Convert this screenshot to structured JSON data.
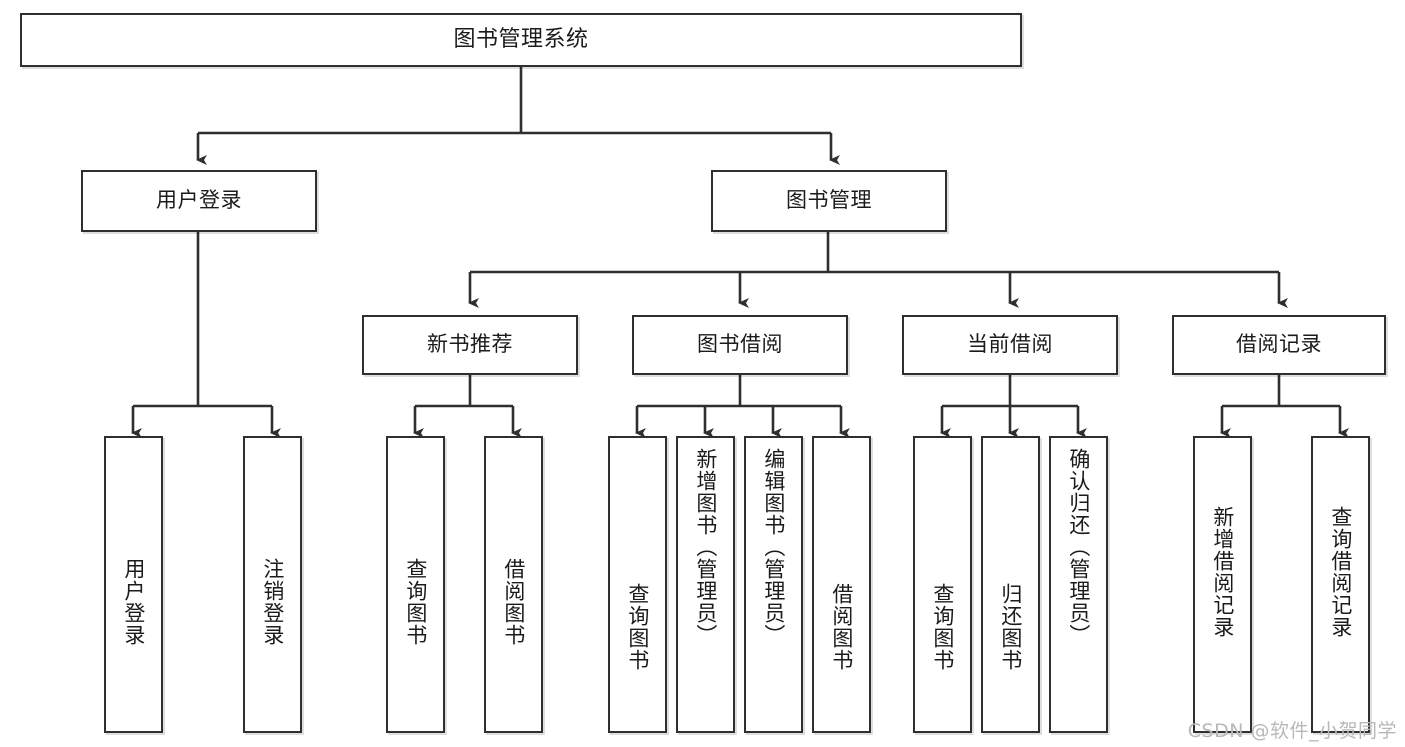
{
  "diagram": {
    "title": "图书管理系统",
    "type": "tree-hierarchy-diagram",
    "watermark": "CSDN @软件_小贺同学",
    "colors": {
      "box_border": "#2f2f2f",
      "box_fill": "#ffffff",
      "line": "#2f2f2f",
      "text": "#1b1b1b",
      "watermark": "#b8b8b8",
      "background": "#ffffff"
    },
    "root": {
      "label": "图书管理系统"
    },
    "level1": [
      {
        "label": "用户登录"
      },
      {
        "label": "图书管理"
      }
    ],
    "level2": [
      {
        "label": "新书推荐"
      },
      {
        "label": "图书借阅"
      },
      {
        "label": "当前借阅"
      },
      {
        "label": "借阅记录"
      }
    ],
    "leaves": {
      "user_login": [
        {
          "label": "用户登录"
        },
        {
          "label": "注销登录"
        }
      ],
      "new_book_recommend": [
        {
          "label": "查询图书"
        },
        {
          "label": "借阅图书"
        }
      ],
      "book_borrow": [
        {
          "label": "查询图书"
        },
        {
          "label": "新增图书（管理员）"
        },
        {
          "label": "编辑图书（管理员）"
        },
        {
          "label": "借阅图书"
        }
      ],
      "current_borrow": [
        {
          "label": "查询图书"
        },
        {
          "label": "归还图书"
        },
        {
          "label": "确认归还（管理员）"
        }
      ],
      "borrow_records": [
        {
          "label": "新增借阅记录"
        },
        {
          "label": "查询借阅记录"
        }
      ]
    }
  }
}
